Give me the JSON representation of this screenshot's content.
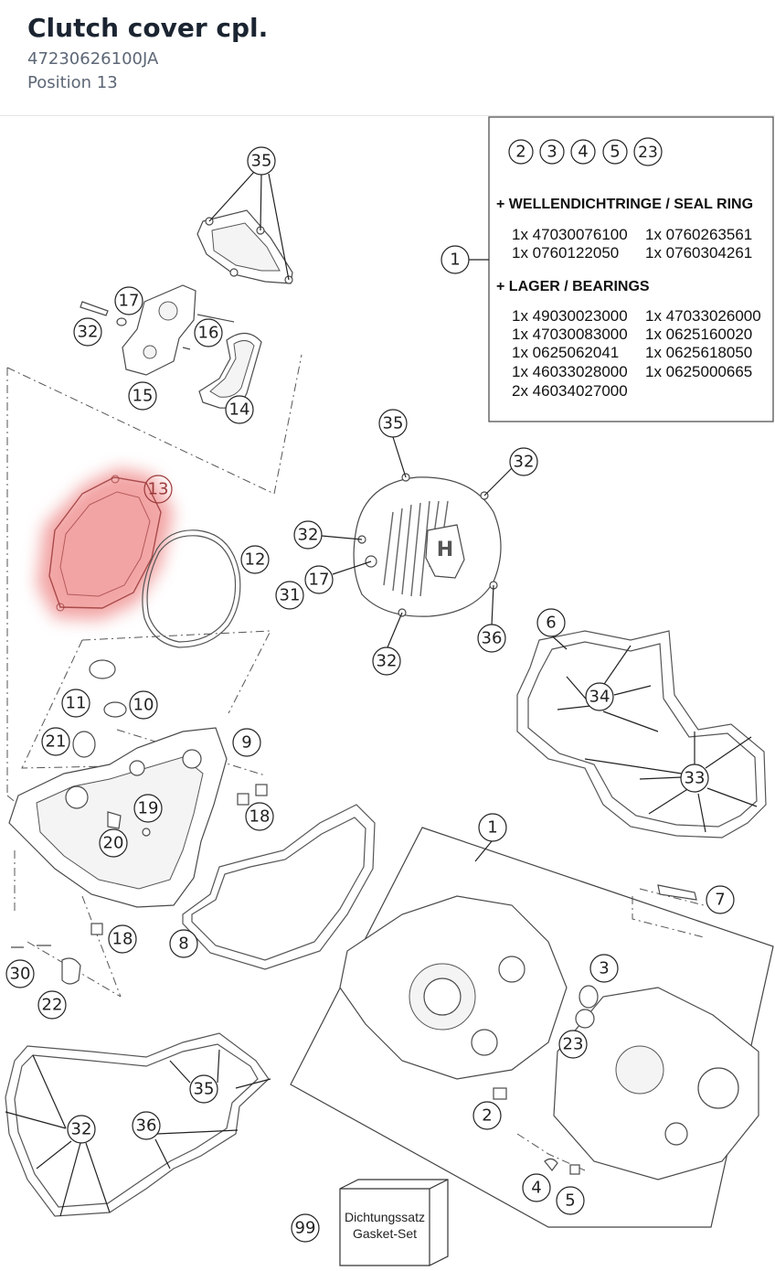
{
  "header": {
    "title": "Clutch cover cpl.",
    "part_number": "47230626100JA",
    "position": "Position 13"
  },
  "highlight_color": "#e85a5a",
  "legend_box": {
    "circles": [
      "2",
      "3",
      "4",
      "5",
      "23"
    ],
    "seal_heading": "+ WELLENDICHTRINGE / SEAL RING",
    "seal_rows": [
      "1x 47030076100",
      "1x 0760263561",
      "1x 0760122050",
      "1x 0760304261"
    ],
    "bearing_heading": "+ LAGER / BEARINGS",
    "bearing_rows": [
      "1x 49030023000",
      "1x 47033026000",
      "1x 47030083000",
      "1x 0625160020",
      "1x 0625062041",
      "1x 0625618050",
      "1x 46033028000",
      "1x 0625000665",
      "2x 46034027000"
    ]
  },
  "gasket_set": {
    "line1": "Dichtungssatz",
    "line2": "Gasket-Set"
  },
  "callouts": {
    "c1a": "1",
    "c1b": "1",
    "c2": "2",
    "c3": "3",
    "c4": "4",
    "c5": "5",
    "c6": "6",
    "c7": "7",
    "c8": "8",
    "c9": "9",
    "c10": "10",
    "c11": "11",
    "c12": "12",
    "c13": "13",
    "c14": "14",
    "c15": "15",
    "c16": "16",
    "c17a": "17",
    "c17b": "17",
    "c18a": "18",
    "c18b": "18",
    "c19": "19",
    "c20": "20",
    "c21": "21",
    "c22": "22",
    "c23": "23",
    "c30": "30",
    "c31": "31",
    "c32a": "32",
    "c32b": "32",
    "c32c": "32",
    "c32d": "32",
    "c32e": "32",
    "c33": "33",
    "c34": "34",
    "c35a": "35",
    "c35b": "35",
    "c35c": "35",
    "c36a": "36",
    "c36b": "36",
    "c99": "99"
  }
}
